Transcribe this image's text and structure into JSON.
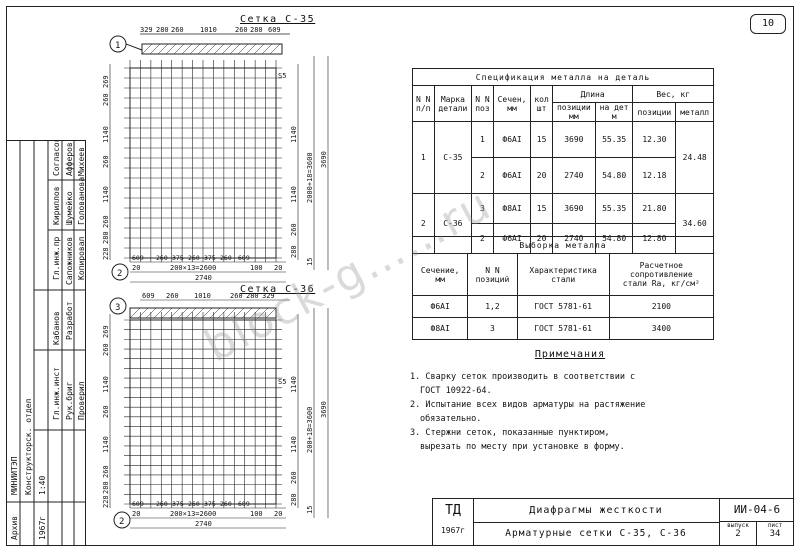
{
  "sheet": {
    "page_number": "10",
    "watermark": "block-g……ru"
  },
  "mesh1": {
    "title": "Сетка С-35",
    "marker_top": "1",
    "marker_bottom": "2",
    "top_dims": [
      "329",
      "280",
      "260",
      "1010",
      "260",
      "280",
      "609"
    ],
    "left_dims": [
      "269",
      "260",
      "1140",
      "260",
      "1140",
      "260",
      "280",
      "228"
    ],
    "right_dims": [
      "1140",
      "1140",
      "260",
      "2000+18=3600",
      "280",
      "15",
      "3690"
    ],
    "bottom_dims": [
      "609",
      "260",
      "375",
      "260",
      "375",
      "260",
      "609"
    ],
    "bottom_total_mesh": "200×13=2600",
    "bottom_side": "100",
    "bottom_side2": "20",
    "bottom_overall": "2740",
    "bottom_left": "20",
    "side_label": "S5"
  },
  "mesh2": {
    "title": "Сетка С-36",
    "marker_top": "3",
    "marker_bottom": "2",
    "top_dims": [
      "609",
      "260",
      "1010",
      "260",
      "280",
      "329"
    ],
    "left_dims": [
      "269",
      "260",
      "1140",
      "260",
      "1140",
      "260",
      "280",
      "228"
    ],
    "right_dims": [
      "1140",
      "1140",
      "260",
      "200+18=3600",
      "280",
      "15",
      "3690"
    ],
    "bottom_dims": [
      "609",
      "260",
      "375",
      "260",
      "375",
      "260",
      "609"
    ],
    "bottom_total_mesh": "200×13=2600",
    "bottom_side": "100",
    "bottom_side2": "20",
    "bottom_overall": "2740",
    "bottom_left": "20",
    "side_label": "S5"
  },
  "spec_table": {
    "title": "Спецификация металла на деталь",
    "headers": {
      "nn": "N N",
      "pp": "п/п",
      "marka": "Марка",
      "detali": "детали",
      "nn2": "N N",
      "poz": "поз",
      "sechen": "Сечен,",
      "mm": "мм",
      "kol": "кол",
      "sht": "шт",
      "dlina": "Длина",
      "dl_poz": "позиции",
      "dl_poz_mm": "мм",
      "dl_det": "на дет",
      "dl_det_m": "м",
      "ves": "Вес, кг",
      "ves_poz": "позиции",
      "ves_met": "металл"
    },
    "rows": [
      {
        "pp": "1",
        "marka": "С-35",
        "poz": "1",
        "sech": "Ф6АI",
        "kol": "15",
        "dl_poz": "3690",
        "dl_det": "55.35",
        "ves_poz": "12.30",
        "ves_met": ""
      },
      {
        "pp": "",
        "marka": "",
        "poz": "2",
        "sech": "Ф6АI",
        "kol": "20",
        "dl_poz": "2740",
        "dl_det": "54.80",
        "ves_poz": "12.18",
        "ves_met": "24.48"
      },
      {
        "pp": "2",
        "marka": "С-36",
        "poz": "3",
        "sech": "Ф8АI",
        "kol": "15",
        "dl_poz": "3690",
        "dl_det": "55.35",
        "ves_poz": "21.80",
        "ves_met": ""
      },
      {
        "pp": "",
        "marka": "",
        "poz": "2",
        "sech": "Ф6АI",
        "kol": "20",
        "dl_poz": "2740",
        "dl_det": "54.80",
        "ves_poz": "12.80",
        "ves_met": "34.60"
      }
    ]
  },
  "vyborka": {
    "title": "Выборка металла",
    "headers": {
      "sech": "Сечение,",
      "sech_mm": "мм",
      "poz": "N N",
      "poz2": "позиций",
      "har": "Характеристика",
      "har2": "стали",
      "ras": "Расчетное",
      "ras2": "сопротивление",
      "ras3": "стали Rа, кг/см²"
    },
    "rows": [
      {
        "sech": "Ф6АI",
        "poz": "1,2",
        "har": "ГОСТ 5781-61",
        "ras": "2100"
      },
      {
        "sech": "Ф8АI",
        "poz": "3",
        "har": "ГОСТ 5781-61",
        "ras": "3400"
      }
    ]
  },
  "notes": {
    "title": "Примечания",
    "items": [
      "1. Сварку сеток производить в соответствии с",
      "   ГОСТ 10922-64.",
      "2. Испытание всех видов арматуры на растяжение",
      "   обязательно.",
      "3. Стержни сеток, показанные пунктиром,",
      "   вырезать по месту при установке в форму."
    ]
  },
  "stamp": {
    "org": "ТД",
    "year": "1967г",
    "title1": "Диафрагмы жесткости",
    "title2": "Арматурные сетки С-35, С-36",
    "code": "ИИ-04-6",
    "vypusk_label": "выпуск",
    "list_label": "лист",
    "vypusk": "2",
    "list": "34"
  },
  "side_stamp": {
    "org": "МИНИИТЭП",
    "dept": "Конструкторск. отдел",
    "scale_label": "Архив",
    "cols": [
      "Гл.инж.инст",
      "Гл.инж.пр",
      "Рук.бриг",
      "Разработ",
      "Проверил",
      "Копировал"
    ],
    "names": [
      "Кабанов",
      "Кириллов",
      "Сапожников",
      "Разработ",
      "Проверил",
      "Голованова"
    ],
    "rows2": [
      "Согласов",
      "Афферов",
      "Шумейко",
      "Михеев",
      "Голованова"
    ],
    "scale": "1:40",
    "year": "1967г"
  }
}
